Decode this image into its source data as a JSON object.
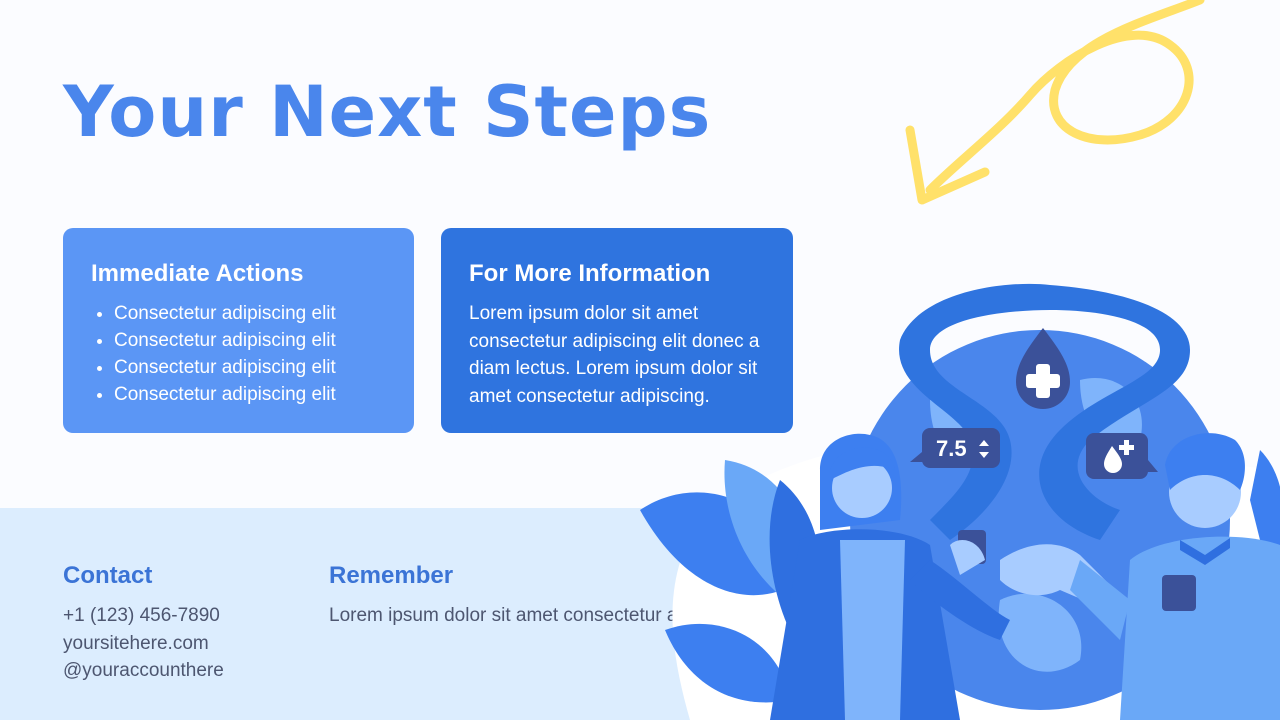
{
  "header": {
    "title": "Your Next Steps"
  },
  "immediate_actions": {
    "title": "Immediate Actions",
    "items": [
      "Consectetur adipiscing elit",
      "Consectetur adipiscing elit",
      "Consectetur adipiscing elit",
      "Consectetur adipiscing elit"
    ]
  },
  "more_information": {
    "title": "For More Information",
    "body": "Lorem ipsum dolor sit amet consectetur adipiscing elit donec a diam lectus. Lorem ipsum dolor sit amet consectetur adipiscing."
  },
  "contact": {
    "title": "Contact",
    "phone": "+1 (123) 456-7890",
    "website": "yoursitehere.com",
    "handle": "@youraccounthere"
  },
  "remember": {
    "title": "Remember",
    "body": "Lorem ipsum dolor sit amet consectetur adipiscing elit donec a diam lectus."
  },
  "illustration": {
    "reading_value": "7.5",
    "icons": [
      "blood-drop-plus-icon",
      "water-drop-plus-icon",
      "stepper-arrows-icon",
      "curly-arrow-icon"
    ]
  },
  "colors": {
    "title_blue": "#4a86ec",
    "card_light": "#5b96f5",
    "card_dark": "#2f74df",
    "band": "#dcedfe",
    "accent_yellow": "#ffe16a"
  }
}
